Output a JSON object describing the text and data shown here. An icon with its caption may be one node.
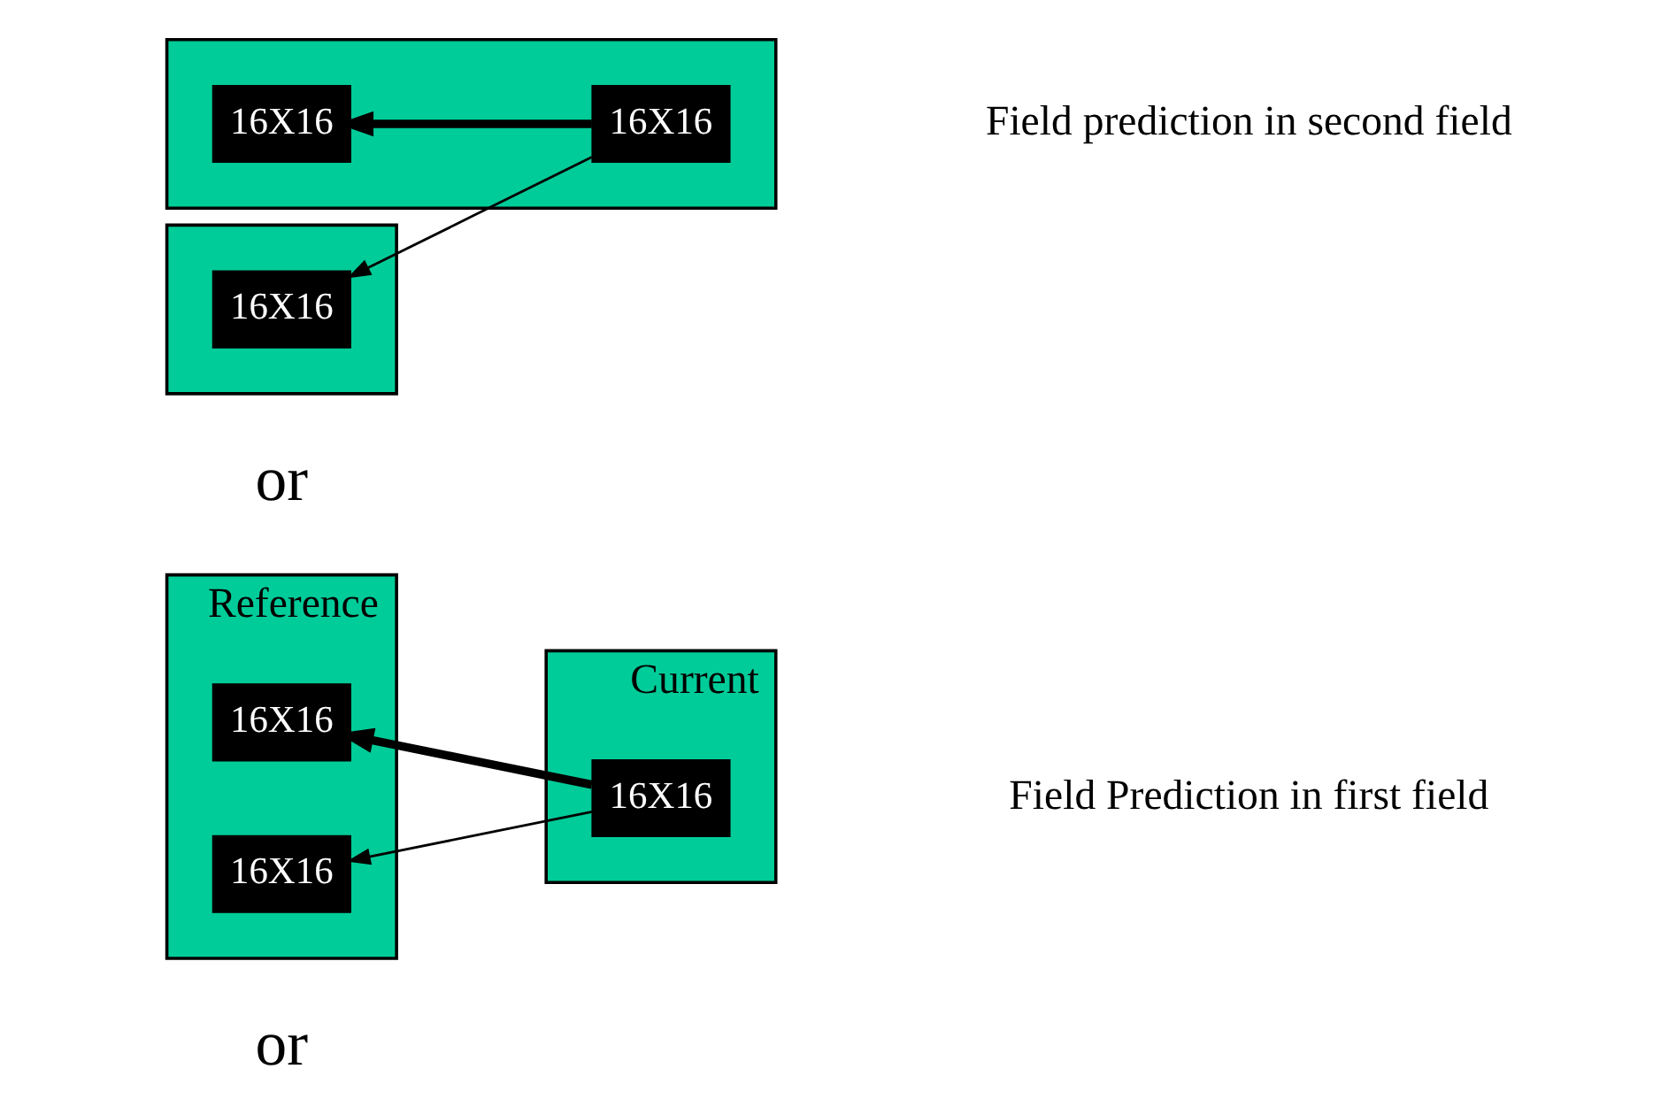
{
  "diagram": {
    "nodes": [
      {
        "text": [
          "Reference"
        ]
      },
      {
        "text": [
          "16X16"
        ],
        "in": 0
      },
      {
        "text": [
          "16X16"
        ],
        "in": 0
      },
      {
        "text": [
          "Current"
        ]
      },
      {
        "text": [
          "16X16"
        ],
        "in": 3
      },
      {
        "text": [],
        "shape": "box"
      },
      {
        "text": [
          "16X16"
        ],
        "in": 5
      },
      {
        "text": [],
        "shape": "box"
      },
      {
        "text": [
          "16X16"
        ],
        "in": 7
      },
      {
        "text": [
          "16X16"
        ],
        "in": 7
      }
    ],
    "edges": [
      {
        "from": 4,
        "to": 1,
        "arrow": "to",
        "style": "thick"
      },
      {
        "from": 4,
        "to": 2,
        "arrow": "to"
      },
      {
        "from": 9,
        "to": 6,
        "arrow": "to"
      },
      {
        "from": 9,
        "to": 8,
        "arrow": "to",
        "style": "thick"
      }
    ],
    "labels": [
      "or",
      "Field Prediction in first field",
      "or",
      "Field prediction in second field"
    ]
  }
}
